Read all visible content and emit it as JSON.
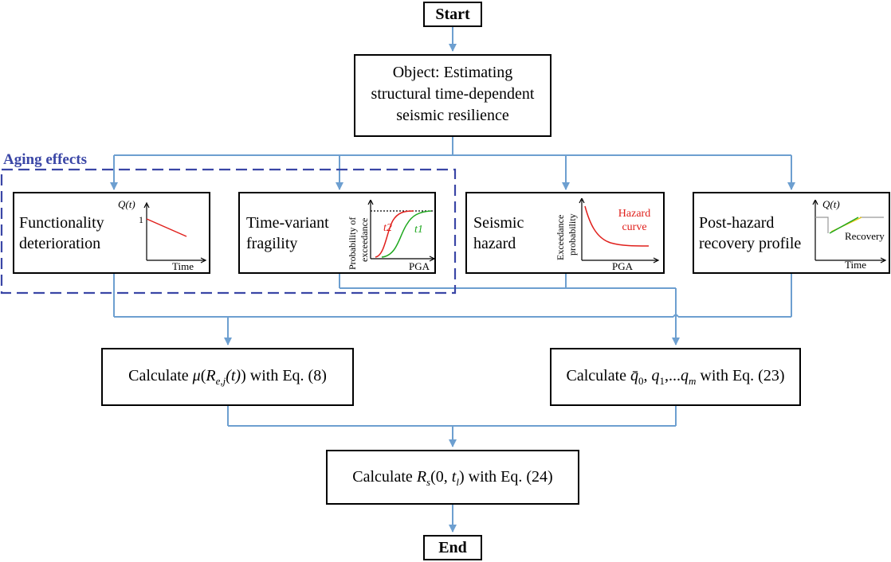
{
  "start_label": "Start",
  "end_label": "End",
  "objective": {
    "line1": "Object: Estimating",
    "line2": "structural time-dependent",
    "line3": "seismic resilience"
  },
  "aging_group_label": "Aging effects",
  "inputs": {
    "functionality": {
      "line1": "Functionality",
      "line2": "deterioration",
      "plot_ylabel": "Q(t)",
      "plot_tick": "1",
      "plot_xlabel": "Time"
    },
    "fragility": {
      "line1": "Time-variant",
      "line2": "fragility",
      "plot_ylabel_1": "Probability of",
      "plot_ylabel_2": "exceedance",
      "curve_1": "t2",
      "curve_2": "t1",
      "plot_xlabel": "PGA"
    },
    "hazard": {
      "line1": "Seismic",
      "line2": "hazard",
      "plot_ylabel_1": "Exceedance",
      "plot_ylabel_2": "probability",
      "curve_label_1": "Hazard",
      "curve_label_2": "curve",
      "plot_xlabel": "PGA"
    },
    "recovery": {
      "line1": "Post-hazard",
      "line2": "recovery profile",
      "plot_ylabel": "Q(t)",
      "curve_label": "Recovery",
      "plot_xlabel": "Time"
    }
  },
  "calc_mu": {
    "prefix": "Calculate ",
    "mu": "μ",
    "open": "(",
    "R": "R",
    "sub": "e,j",
    "t": "(t)",
    "close": ")",
    "suffix": " with Eq. (8)"
  },
  "calc_q": {
    "prefix": "Calculate ",
    "q0": "q̄",
    "sub0": "0",
    "comma1": ", ",
    "q1": "q",
    "sub1": "1",
    "dots": ",...",
    "qm": "q",
    "subm": "m",
    "suffix": " with Eq. (23)"
  },
  "calc_rs": {
    "prefix": "Calculate ",
    "R": "R",
    "sub": "s",
    "args_open": "(0, ",
    "t": "t",
    "tsub": "l",
    "args_close": ")",
    "suffix": " with Eq. (24)"
  },
  "colors": {
    "connector": "#6d9fd0",
    "aging_dash": "#3a46a6",
    "red_curve": "#e0201c",
    "green_curve": "#1fa81f",
    "yellow_curve": "#e8c818"
  }
}
